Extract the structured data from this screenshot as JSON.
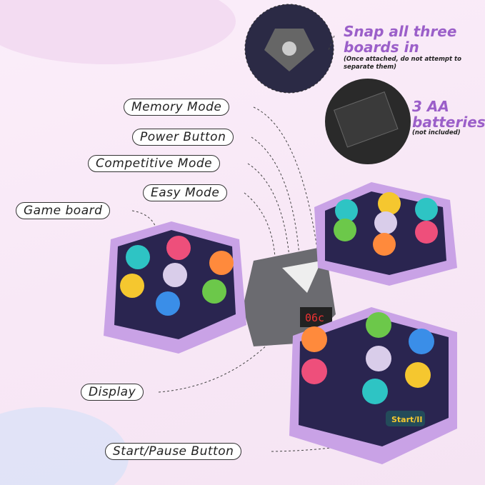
{
  "labels": {
    "memory_mode": "Memory Mode",
    "power_button": "Power Button",
    "competitive_mode": "Competitive Mode",
    "easy_mode": "Easy Mode",
    "game_board": "Game board",
    "display": "Display",
    "start_pause": "Start/Pause Button"
  },
  "callouts": {
    "snap_title": "Snap all three boards in",
    "snap_note": "(Once attached, do not attempt to separate them)",
    "battery_title": "3 AA batteries",
    "battery_note": "(not included)"
  },
  "device": {
    "display_reading": "06c",
    "board_button_label": "Start/II"
  },
  "colors": {
    "accent": "#9b5fc9",
    "board": "#c9a2e6",
    "console": "#6b6b70"
  }
}
